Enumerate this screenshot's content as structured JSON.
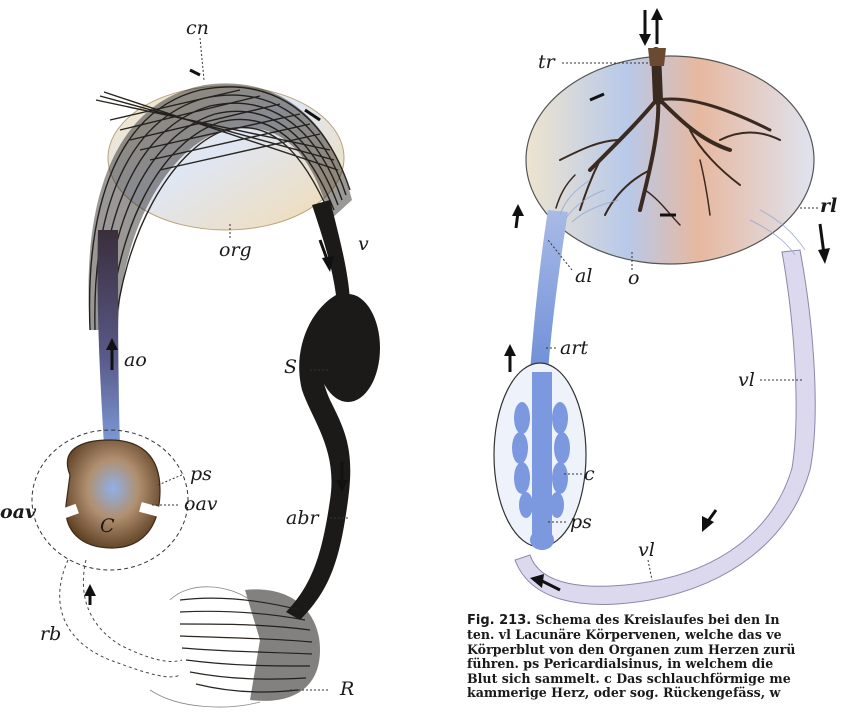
{
  "labels_left": {
    "cn": "cn",
    "org": "org",
    "v": "v",
    "S": "S",
    "ao": "ao",
    "ps": "ps",
    "oav": "oav",
    "oav_bold": "oav",
    "C": "C",
    "abr": "abr",
    "rb": "rb",
    "R": "R"
  },
  "labels_right": {
    "tr": "tr",
    "rl": "rl",
    "al": "al",
    "o": "o",
    "art": "art",
    "vl_upper": "vl",
    "c": "c",
    "ps": "ps",
    "vl_lower": "vl"
  },
  "caption": {
    "lines": [
      {
        "fig": "Fig. 213.",
        "text": " Schema des Kreislaufes bei den In"
      },
      {
        "fig": "",
        "text": "ten. vl Lacunäre Körpervenen, welche das ve"
      },
      {
        "fig": "",
        "text": "Körperblut von den Organen zum Herzen zurü"
      },
      {
        "fig": "",
        "text": "führen.  ps Pericardialsinus, in welchem die"
      },
      {
        "fig": "",
        "text": "Blut sich sammelt. c Das schlauchförmige me"
      },
      {
        "fig": "",
        "text": "kammerige Herz, oder sog. Rückengefäss, w"
      }
    ]
  },
  "colors": {
    "vessel_dark": "#1c1a18",
    "organ_fill": "#f3e1c0",
    "blood_blue": "#8aa6dc",
    "heart_brown": "#7a5634",
    "pale_blue": "#c9d4ee"
  }
}
